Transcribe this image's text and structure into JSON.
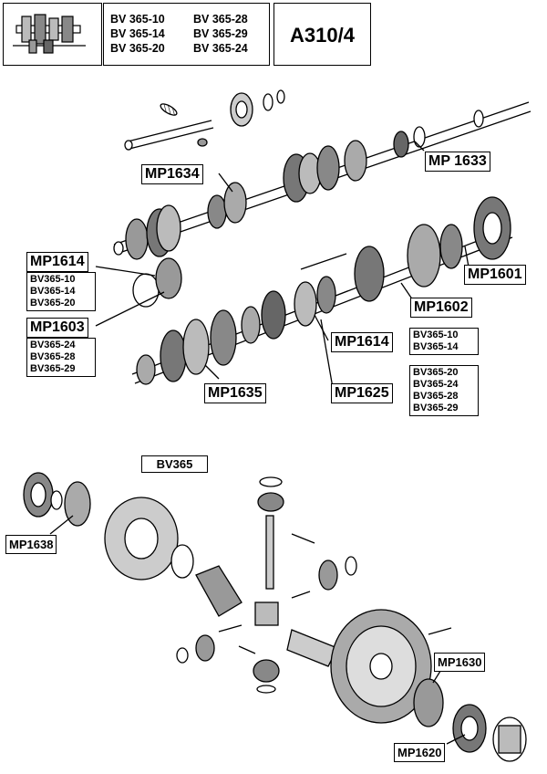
{
  "header": {
    "variants_col1": [
      "BV 365-10",
      "BV 365-14",
      "BV 365-20"
    ],
    "variants_col2": [
      "BV 365-28",
      "BV 365-29",
      "BV 365-24"
    ],
    "ref_code": "A310/4"
  },
  "labels": {
    "mp1634": "MP1634",
    "mp1633": "MP 1633",
    "mp1614_top": "MP1614",
    "group_a": [
      "BV365-10",
      "BV365-14",
      "BV365-20"
    ],
    "mp1603": "MP1603",
    "group_b": [
      "BV365-24",
      "BV365-28",
      "BV365-29"
    ],
    "mp1601": "MP1601",
    "mp1602": "MP1602",
    "mp1614_mid": "MP1614",
    "group_c": [
      "BV365-10",
      "BV365-14"
    ],
    "mp1635": "MP1635",
    "mp1625": "MP1625",
    "group_d": [
      "BV365-20",
      "BV365-24",
      "BV365-28",
      "BV365-29"
    ],
    "bv365": "BV365",
    "mp1638": "MP1638",
    "mp1630": "MP1630",
    "mp1620": "MP1620"
  },
  "icons": {
    "thumbnail": "gearbox-thumbnail-icon",
    "upper_shaft": "input-shaft-assembly-icon",
    "lower_shaft": "output-shaft-assembly-icon",
    "differential": "differential-assembly-icon"
  }
}
